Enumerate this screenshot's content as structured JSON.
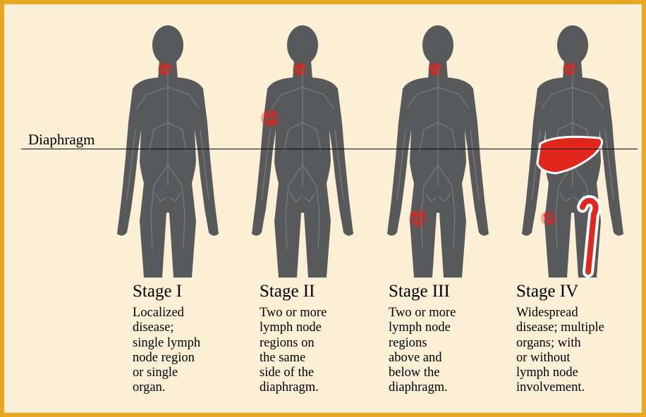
{
  "diagram": {
    "diaphragm_label": "Diaphragm",
    "colors": {
      "frame": "#e8a824",
      "background": "#fbefd6",
      "body": "#58595b",
      "lesion": "#e1261c"
    },
    "stages": [
      {
        "title": "Stage I",
        "description": "Localized\ndisease;\nsingle lymph\nnode region\nor single\norgan."
      },
      {
        "title": "Stage II",
        "description": "Two or more\nlymph node\nregions on\nthe same\nside of the\ndiaphragm."
      },
      {
        "title": "Stage III",
        "description": "Two or more\nlymph node\nregions\nabove and\nbelow the\ndiaphragm."
      },
      {
        "title": "Stage IV",
        "description": "Widespread\ndisease; multiple\norgans; with\nor without\nlymph node\ninvolvement."
      }
    ]
  }
}
